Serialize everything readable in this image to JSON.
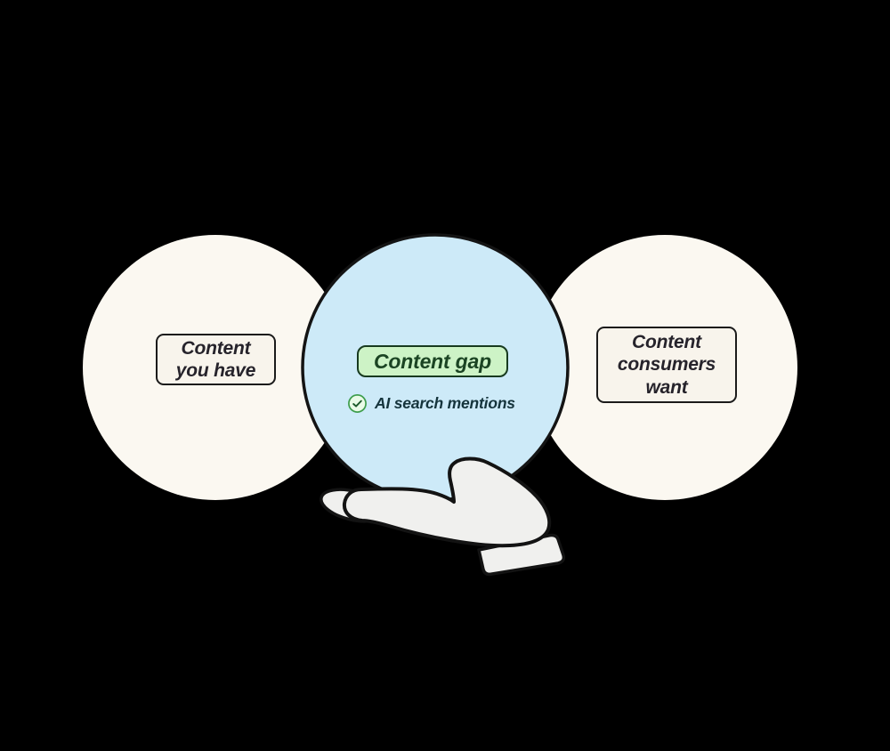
{
  "diagram_title": "content-gap-venn-illustration",
  "venn": {
    "left_circle": {
      "label_line1": "Content",
      "label_line2": "you have"
    },
    "middle_circle": {
      "label": "Content gap",
      "note": "AI search mentions",
      "note_icon": "check-circle-icon"
    },
    "right_circle": {
      "label_line1": "Content",
      "label_line2": "consumers",
      "label_line3": "want"
    }
  },
  "illustration": {
    "hand": "hand-holding-center-circle"
  },
  "colors": {
    "background": "#000000",
    "outer_circle_fill": "#fbf8f1",
    "center_circle_fill": "#cdeaf8",
    "outline": "#141414",
    "label_box_bg": "#f8f4ec",
    "label_box_border": "#1b1b1b",
    "label_text": "#26232b",
    "gap_badge_bg": "#cdf3c6",
    "gap_badge_border": "#173a1f",
    "gap_badge_text": "#1b4423",
    "check_green": "#3f9e4d",
    "check_fill": "#eafbe7",
    "check_stroke": "#1d5a2b",
    "note_text": "#15343c",
    "hand_fill": "#f0f0ee"
  }
}
